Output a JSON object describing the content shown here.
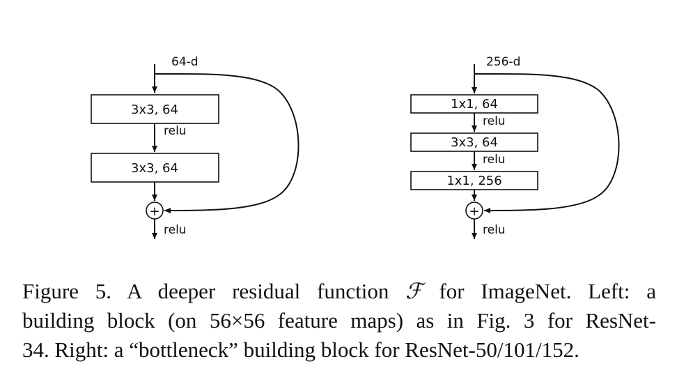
{
  "left_block": {
    "input_label": "64-d",
    "layer1": "3x3, 64",
    "relu1": "relu",
    "layer2": "3x3, 64",
    "add_symbol": "+",
    "relu_out": "relu"
  },
  "right_block": {
    "input_label": "256-d",
    "layer1": "1x1, 64",
    "relu1": "relu",
    "layer2": "3x3, 64",
    "relu2": "relu",
    "layer3": "1x1, 256",
    "add_symbol": "+",
    "relu_out": "relu"
  },
  "caption": {
    "line1_pre": "Figure 5. A deeper residual function ",
    "line1_math": "ℱ",
    "line1_post": " for ImageNet. Left: a",
    "line2": "building block (on 56×56 feature maps) as in Fig. 3 for ResNet-",
    "line3": "34. Right: a “bottleneck” building block for ResNet-50/101/152."
  }
}
